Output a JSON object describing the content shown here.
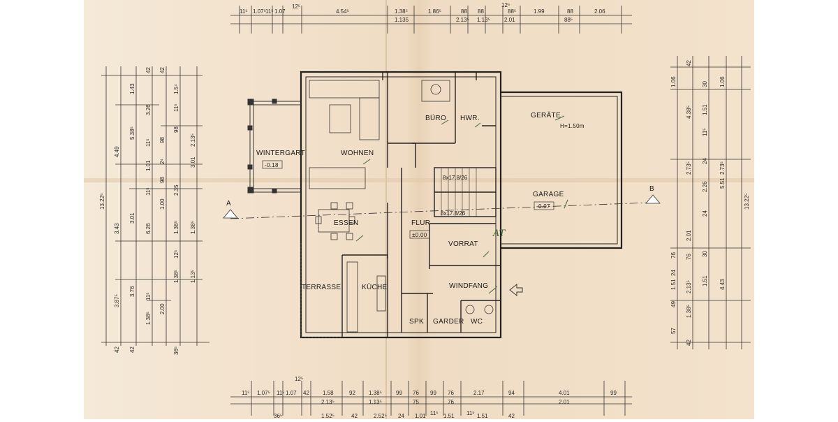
{
  "colors": {
    "paper": "#f3e6d4",
    "paper_fold": "#efd9c0",
    "ink": "#2b2b2b",
    "pencil": "#3d6b3a"
  },
  "rooms": {
    "wintergarten": "WINTERGART",
    "wintergarten_level": "-0.18",
    "wohnen": "WOHNEN",
    "buero": "BÜRO",
    "hwr": "HWR.",
    "geraete": "GERÄTE",
    "geraete_height": "H=1.50m",
    "garage": "GARAGE",
    "garage_level": "-0.07",
    "essen": "ESSEN",
    "flur": "FLUR",
    "flur_level": "±0.00",
    "vorrat": "VORRAT",
    "terrasse": "TERRASSE",
    "kueche": "KÜCHE",
    "windfang": "WINDFANG",
    "spk": "SPK",
    "garder": "GARDER",
    "wc": "WC"
  },
  "stairs": {
    "upper": "8x17.8/26",
    "lower": "8x17.8/26"
  },
  "section_marks": {
    "left": "A",
    "right": "B"
  },
  "handwritten": "AT",
  "dims_top": [
    "11⁵",
    "1.07⁵",
    "11⁵",
    "1.07",
    "12⁵",
    "4.54⁵",
    "1.38⁵",
    "1.135",
    "1.86⁵",
    "88",
    "2.13⁵",
    "88",
    "1.13⁵",
    "12⁵",
    "88⁵",
    "2.01",
    "1.99",
    "88",
    "88⁵",
    "2.06"
  ],
  "dims_left_outer": [
    "13.22⁵"
  ],
  "dims_left_col2": [
    "4.49",
    "3.43",
    "3.87⁵",
    "42"
  ],
  "dims_left_col3": [
    "1.43",
    "5.38⁵",
    "3.01",
    "3.76",
    "42"
  ],
  "dims_left_col4": [
    "42",
    "3.26",
    "11⁵",
    "1.01",
    "11⁵",
    "6.26",
    "1.38⁵",
    "11⁵"
  ],
  "dims_left_col5": [
    "42",
    "98",
    "2⁴",
    "98",
    "1.00",
    "2.00"
  ],
  "dims_left_col6": [
    "1.5⁴",
    "11⁵",
    "98",
    "2.35",
    "1.36⁵",
    "1.38⁵",
    "12⁵",
    "36⁵"
  ],
  "dims_left_col7": [
    "2.13⁵",
    "3.01",
    "1.38⁵",
    "1.13⁵"
  ],
  "dims_right_col1": [
    "1.06",
    "76",
    "24",
    "1.51",
    "49",
    "57"
  ],
  "dims_right_col2": [
    "42",
    "4.38⁵",
    "2.73⁵",
    "2.01",
    "2.13⁵",
    "1.38⁵",
    "76",
    "42"
  ],
  "dims_right_col3": [
    "30",
    "1.51",
    "11⁵",
    "24",
    "2.26",
    "24",
    "30",
    "1.51"
  ],
  "dims_right_col4": [
    "1.06",
    "2.73⁵",
    "5.51",
    "4.43"
  ],
  "dims_right_outer": [
    "13.22⁵"
  ],
  "dims_bottom": [
    "11⁵",
    "1.07⁵",
    "11⁵",
    "1.07",
    "12⁵",
    "42",
    "1.58",
    "2.13⁵",
    "92",
    "1.38⁵",
    "1.13⁵",
    "99",
    "76",
    "75",
    "99",
    "76",
    "76",
    "2.17",
    "94",
    "4.01",
    "2.01",
    "99"
  ],
  "dims_bottom_row2": [
    "36⁵",
    "1.52⁵",
    "42",
    "2.52⁵",
    "24",
    "1.01",
    "11⁵",
    "1.51",
    "11⁵",
    "1.51",
    "42"
  ]
}
